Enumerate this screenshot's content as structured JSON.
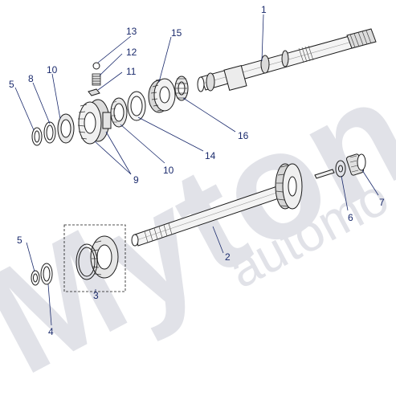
{
  "watermark": {
    "brand": "Myton",
    "sub": "automo",
    "color": "#c9ccd6"
  },
  "colors": {
    "line": "#1a1a1a",
    "callout_text": "#1a2a6c",
    "leader": "#1a2a6c"
  },
  "callouts": {
    "c1": "1",
    "c2": "2",
    "c3": "3",
    "c4": "4",
    "c5a": "5",
    "c5b": "5",
    "c6": "6",
    "c7": "7",
    "c8": "8",
    "c9": "9",
    "c10a": "10",
    "c10b": "10",
    "c11": "11",
    "c12": "12",
    "c13": "13",
    "c14": "14",
    "c15": "15",
    "c16": "16"
  }
}
